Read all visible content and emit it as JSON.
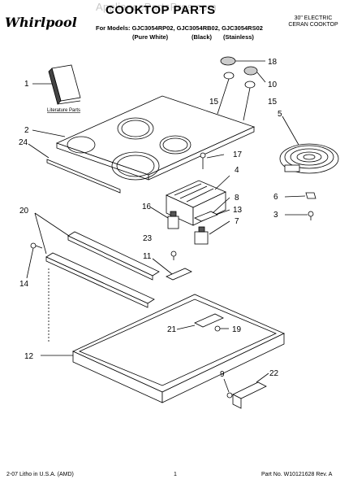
{
  "header": {
    "brand": "Whirlpool",
    "watermark": "AppliancePartsPros.com",
    "title": "COOKTOP PARTS",
    "models_line": "For Models: GJC3054RP02, GJC3054RB02, GJC3054RS02",
    "finishes": [
      "(Pure White)",
      "(Black)",
      "(Stainless)"
    ],
    "product_line1": "30\" ELECTRIC",
    "product_line2": "CERAN COOKTOP"
  },
  "callouts": [
    "1",
    "2",
    "24",
    "18",
    "15",
    "10",
    "15",
    "5",
    "17",
    "4",
    "16",
    "8",
    "13",
    "7",
    "6",
    "3",
    "20",
    "14",
    "23",
    "11",
    "12",
    "21",
    "19",
    "9",
    "22"
  ],
  "literature_label": "Literature Parts",
  "footer": {
    "left": "2-07 Litho in U.S.A. (AMD)",
    "center": "1",
    "right": "Part No. W10121628 Rev. A"
  }
}
